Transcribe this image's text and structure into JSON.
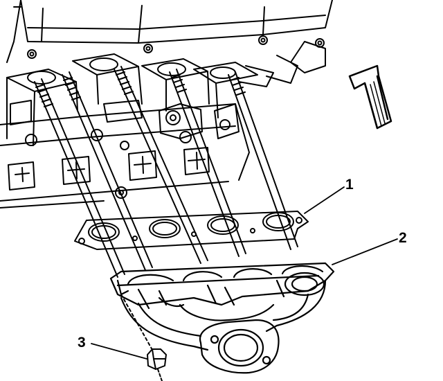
{
  "callouts": [
    {
      "label": "1"
    },
    {
      "label": "2"
    },
    {
      "label": "3"
    }
  ],
  "colors": {
    "ink": "#000000",
    "paper": "#ffffff"
  },
  "icons": {
    "direction_arrow": "front-direction-arrow-icon"
  }
}
